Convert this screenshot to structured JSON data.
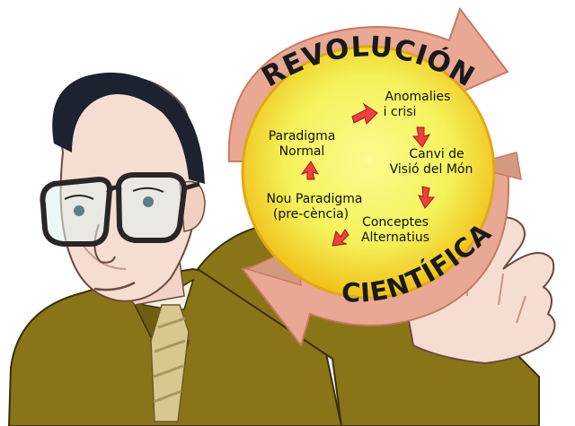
{
  "diagram": {
    "top_arc_title": "REVOLUCIÓN",
    "bottom_arc_title": "CIENTÍFICA",
    "cycle_stages": [
      {
        "line1": "Paradigma",
        "line2": "Normal"
      },
      {
        "line1": "Anomalies",
        "line2": "i crisi"
      },
      {
        "line1": "Canvi de",
        "line2": "Visió del Món"
      },
      {
        "line1": "Conceptes",
        "line2": "Alternatius"
      },
      {
        "line1": "Nou Paradigma",
        "line2": "(pre-cència"
      }
    ],
    "stage_suffix": ")"
  },
  "colors": {
    "circle_inner": "#f4f25a",
    "circle_outer": "#f0c018",
    "big_arrow": "#e8a894",
    "big_arrow_edge": "#c77a62",
    "small_arrow": "#ef4040",
    "suit": "#8a7418",
    "skin": "#f6ddd2",
    "hair": "#1d2230",
    "glasses": "#2a2626",
    "tie": "#d8c890"
  }
}
